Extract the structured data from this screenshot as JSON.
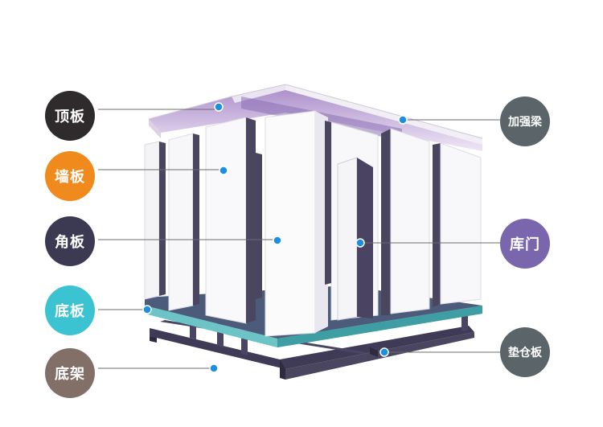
{
  "labels": {
    "roof_panel": "顶板",
    "wall_panel": "墙板",
    "corner_panel": "角板",
    "floor_panel": "底板",
    "base_frame": "底架",
    "reinforcement_beam": "加强梁",
    "cold_room_door": "库门",
    "pad_board": "垫仓板"
  },
  "colors": {
    "roof_panel": "#2f2b2c",
    "wall_panel": "#f08a1c",
    "corner_panel": "#3c3a52",
    "floor_panel": "#3cc3d2",
    "base_frame": "#826f68",
    "reinforcement_beam": "#5b6469",
    "cold_room_door": "#7a66ad",
    "pad_board": "#5b6469",
    "leader_line": "#6b6b6b",
    "marker_dot": "#1d8fe0",
    "frame_steel": "#4b4660",
    "floor_teal": "#5faeb2",
    "roof_purple": "#b49bd0",
    "panel_white": "#f7f7f9"
  }
}
